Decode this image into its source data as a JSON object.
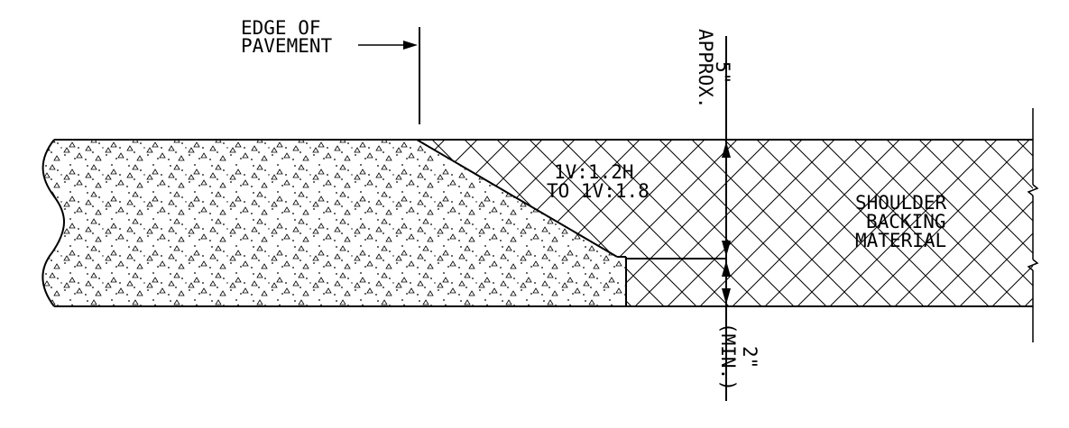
{
  "labels": {
    "edge_of_pavement_line1": "EDGE OF",
    "edge_of_pavement_line2": "PAVEMENT",
    "approx_dim": "5\"",
    "approx_word": "APPROX.",
    "slope_line1": "1V:1.2H",
    "slope_line2": "TO 1V:1.8",
    "shoulder_line1": "SHOULDER",
    "shoulder_line2": "BACKING",
    "shoulder_line3": "MATERIAL",
    "min_dim": "2\"",
    "min_word": "(MIN.)"
  },
  "colors": {
    "line": "#000000",
    "background": "#ffffff"
  }
}
